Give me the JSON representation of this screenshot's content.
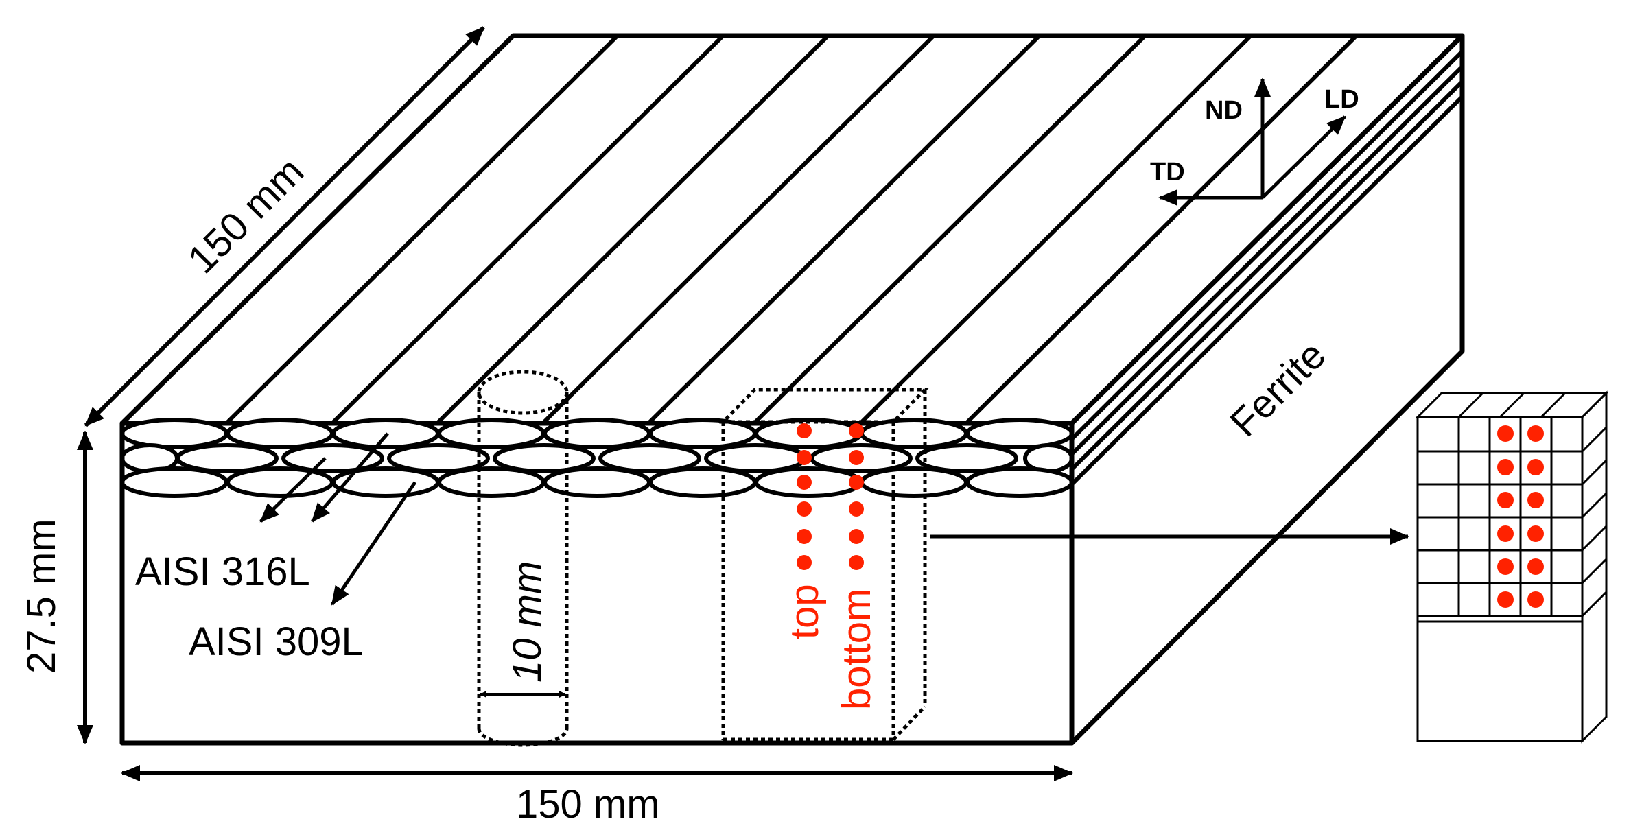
{
  "labels": {
    "depth": "150 mm",
    "thickness": "27.5 mm",
    "width": "150 mm",
    "diameter": "10 mm",
    "ferrite": "Ferrite",
    "clad_316": "AISI 316L",
    "clad_309": "AISI 309L",
    "top": "top",
    "bottom": "bottom"
  },
  "axes": {
    "nd": "ND",
    "ld": "LD",
    "td": "TD"
  },
  "colors": {
    "line": "#000000",
    "points": "#ff2200",
    "background": "#ffffff"
  }
}
